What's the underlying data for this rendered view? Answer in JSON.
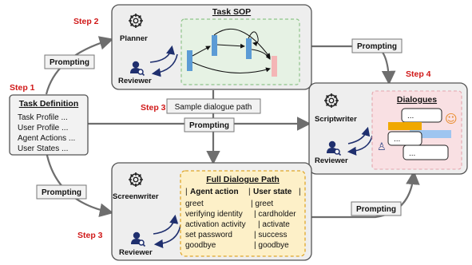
{
  "steps": {
    "step1": "Step 1",
    "step2": "Step 2",
    "step3_top": "Step 3",
    "step3_bottom": "Step 3",
    "step4": "Step 4"
  },
  "prompting": {
    "top_left": "Prompting",
    "top_right": "Prompting",
    "center": "Prompting",
    "bottom_left": "Prompting",
    "bottom_right": "Prompting"
  },
  "task_definition": {
    "title": "Task Definition",
    "items": [
      "Task Profile ...",
      "User Profile ...",
      "Agent Actions  ...",
      "User States  ..."
    ]
  },
  "task_sop": {
    "title": "Task SOP",
    "planner": "Planner",
    "reviewer": "Reviewer"
  },
  "sample_path": "Sample dialogue path",
  "dialogues": {
    "title": "Dialogues",
    "scriptwriter": "Scriptwriter",
    "reviewer": "Reviewer",
    "bubble": "..."
  },
  "full_path": {
    "screenwriter": "Screenwriter",
    "reviewer": "Reviewer",
    "title": "Full Dialogue Path",
    "header_agent": "Agent action",
    "header_user": "User state",
    "bar": "|",
    "rows": [
      {
        "agent": "greet",
        "user": "| greet"
      },
      {
        "agent": "verifying identity",
        "user": "| cardholder"
      },
      {
        "agent": "activation activity",
        "user": "| activate"
      },
      {
        "agent": "set password",
        "user": "| success"
      },
      {
        "agent": "goodbye",
        "user": "| goodbye"
      }
    ]
  },
  "colors": {
    "step_red": "#d01818",
    "reviewer_navy": "#1f2f6e",
    "sop_bar_blue": "#5b9bd5",
    "sop_bar_pink": "#f4b6b6",
    "path_fill": "#fdf0c8",
    "path_border": "#e0a72a"
  }
}
